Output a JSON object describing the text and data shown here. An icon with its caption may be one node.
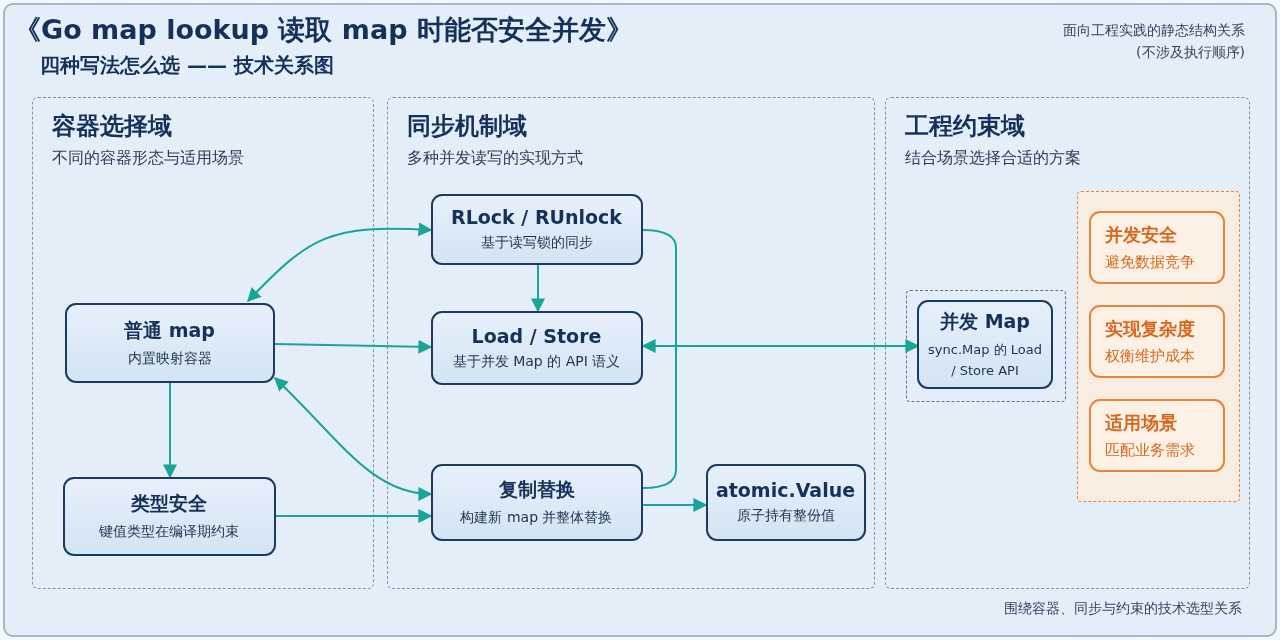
{
  "diagram": {
    "title": "《Go map lookup 读取 map 时能否安全并发》",
    "caption": "围绕容器、同步与约束的技术选型关系",
    "labels": [
      "四种写法怎么选 —— 技术关系图",
      "面向工程实践的静态结构关系",
      "(不涉及执行顺序)"
    ],
    "nodes": [
      {
        "text": [
          "容器选择域",
          "不同的容器形态与适用场景"
        ]
      },
      {
        "text": [
          "普通 map",
          "内置映射容器"
        ],
        "in": 0
      },
      {
        "text": [
          "类型安全",
          "键值类型在编译期约束"
        ],
        "in": 0
      },
      {
        "text": [
          "同步机制域",
          "多种并发读写的实现方式"
        ]
      },
      {
        "text": [
          "RLock / RUnlock",
          "基于读写锁的同步"
        ],
        "in": 3
      },
      {
        "text": [
          "Load / Store",
          "基于并发 Map 的 API 语义"
        ],
        "in": 3
      },
      {
        "text": [
          "复制替换",
          "构建新 map 并整体替换"
        ],
        "in": 3
      },
      {
        "text": [
          "atomic.Value",
          "原子持有整份值"
        ],
        "in": 3
      },
      {
        "text": [
          "工程约束域",
          "结合场景选择合适的方案"
        ]
      },
      {
        "text": [],
        "shape": "box",
        "in": 8
      },
      {
        "text": [
          "并发 Map",
          "sync.Map 的 Load / Store API"
        ],
        "in": 9
      },
      {
        "text": [],
        "shape": "box",
        "in": 8
      },
      {
        "text": [
          "并发安全",
          "避免数据竞争"
        ],
        "in": 11
      },
      {
        "text": [
          "实现复杂度",
          "权衡维护成本"
        ],
        "in": 11
      },
      {
        "text": [
          "适用场景",
          "匹配业务需求"
        ],
        "in": 11
      }
    ],
    "edges": [
      {
        "from": 4,
        "to": 1,
        "arrow": "both"
      },
      {
        "from": 4,
        "to": 5,
        "arrow": "to"
      },
      {
        "from": 1,
        "to": 5,
        "arrow": "to"
      },
      {
        "from": 1,
        "to": 6,
        "arrow": "both"
      },
      {
        "from": 1,
        "to": 2,
        "arrow": "to"
      },
      {
        "from": 2,
        "to": 6,
        "arrow": "to"
      },
      {
        "from": 6,
        "to": 4,
        "arrow": "none"
      },
      {
        "from": 6,
        "to": 7,
        "arrow": "to"
      },
      {
        "from": 5,
        "to": 10,
        "arrow": "both"
      }
    ]
  }
}
